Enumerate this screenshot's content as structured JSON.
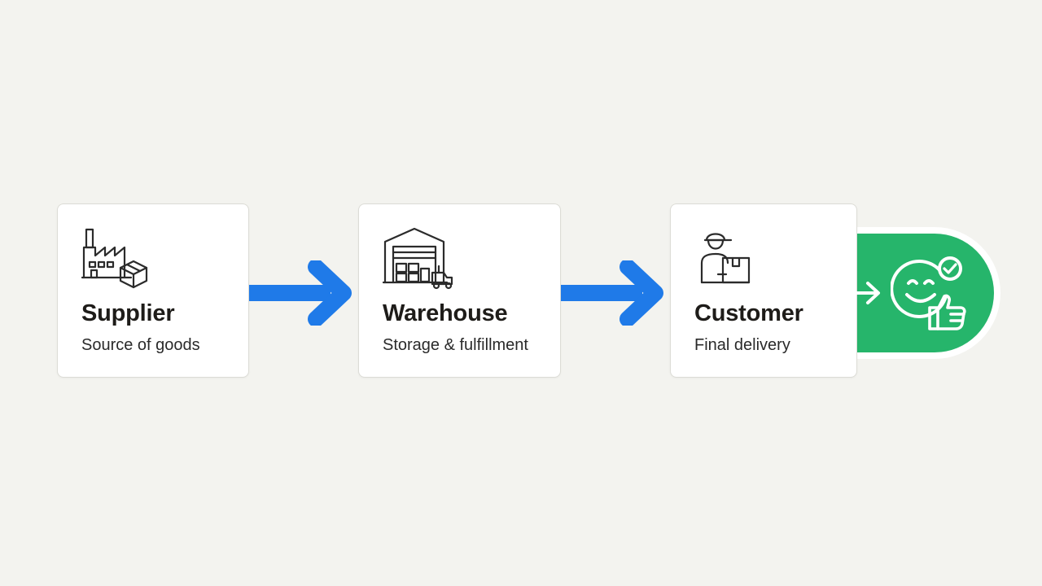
{
  "colors": {
    "background": "#f3f3ef",
    "card": "#ffffff",
    "arrow": "#1f7ae8",
    "success": "#26b56b",
    "icon_stroke": "#2b2b2b"
  },
  "steps": [
    {
      "title": "Supplier",
      "subtitle": "Source of goods",
      "icon": "factory-icon"
    },
    {
      "title": "Warehouse",
      "subtitle": "Storage & fulfillment",
      "icon": "warehouse-icon"
    },
    {
      "title": "Customer",
      "subtitle": "Final delivery",
      "icon": "delivery-person-icon"
    }
  ],
  "connectors": [
    "arrow-right-icon",
    "arrow-right-icon"
  ],
  "end_badge": {
    "icons": [
      "arrow-right-icon",
      "smiley-face-icon",
      "checkmark-icon",
      "thumbs-up-icon"
    ]
  }
}
